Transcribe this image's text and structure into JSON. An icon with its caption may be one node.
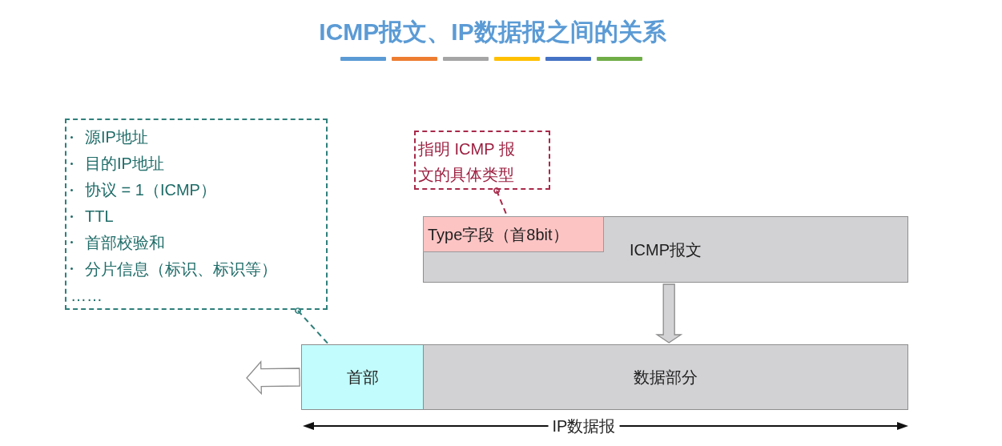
{
  "diagram": {
    "title": "ICMP报文、IP数据报之间的关系",
    "nodes": [
      {
        "text": [
          "源IP地址",
          "目的IP地址",
          "协议 = 1（ICMP）",
          "TTL",
          "首部校验和",
          "分片信息（标识、标识等）",
          "……"
        ]
      },
      {
        "text": [
          "指明 ICMP 报文的具体类型"
        ]
      },
      {
        "text": [
          "ICMP报文"
        ]
      },
      {
        "text": [
          "Type字段（首8bit）"
        ],
        "in": 2
      },
      {
        "text": [
          "首部"
        ]
      },
      {
        "text": [
          "数据部分"
        ]
      }
    ],
    "edges": [
      {
        "from": 0,
        "to": 4,
        "arrow": "other",
        "style": "dashed",
        "color": "#2f7f7b"
      },
      {
        "from": 1,
        "to": 3,
        "arrow": "other",
        "style": "dashed",
        "color": "#a8294a"
      },
      {
        "from": 2,
        "to": 5,
        "arrow": "to",
        "style": "thick"
      },
      {
        "from": 4,
        "to": null,
        "arrow": "to",
        "style": "thick"
      }
    ],
    "labels": [
      "IP数据报"
    ]
  }
}
